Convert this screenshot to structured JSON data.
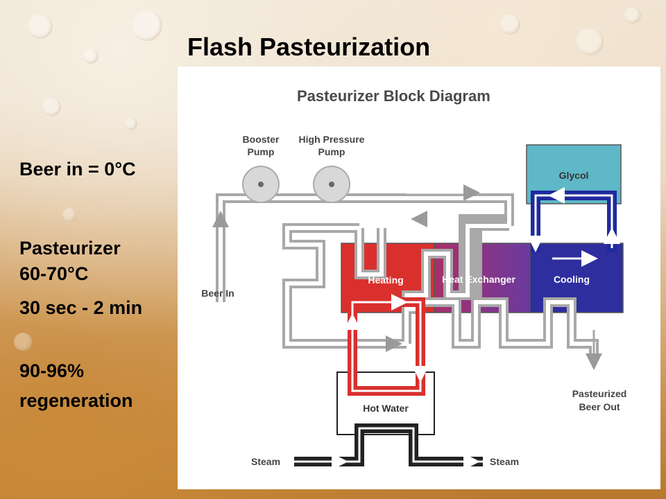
{
  "slide": {
    "title": "Flash Pasteurization"
  },
  "notes": {
    "beer_in": "Beer in = 0°C",
    "pasteurizer": "Pasteurizer",
    "temp": "60-70°C",
    "time": "30 sec - 2 min",
    "regen_pct": "90-96%",
    "regen": "regeneration"
  },
  "diagram": {
    "title": "Pasteurizer Block Diagram",
    "booster_pump": [
      "Booster",
      "Pump"
    ],
    "high_pressure_pump": [
      "High Pressure",
      "Pump"
    ],
    "beer_in": "Beer In",
    "heating": "Heating",
    "heat_exchanger": "Heat Exchanger",
    "cooling": "Cooling",
    "glycol": "Glycol",
    "hot_water": "Hot Water",
    "pasteurized_out": [
      "Pasteurized",
      "Beer Out"
    ],
    "steam_in": "Steam",
    "steam_out": "Steam",
    "colors": {
      "pipe": "#a8a8a8",
      "heating": "#d9302e",
      "heat_exchanger": "#8c3a8f",
      "cooling": "#2e2e9e",
      "glycol": "#5fb8c7",
      "hot_water_loop": "#d9302e",
      "glycol_loop": "#1f2a9e",
      "steam": "#222222"
    }
  }
}
